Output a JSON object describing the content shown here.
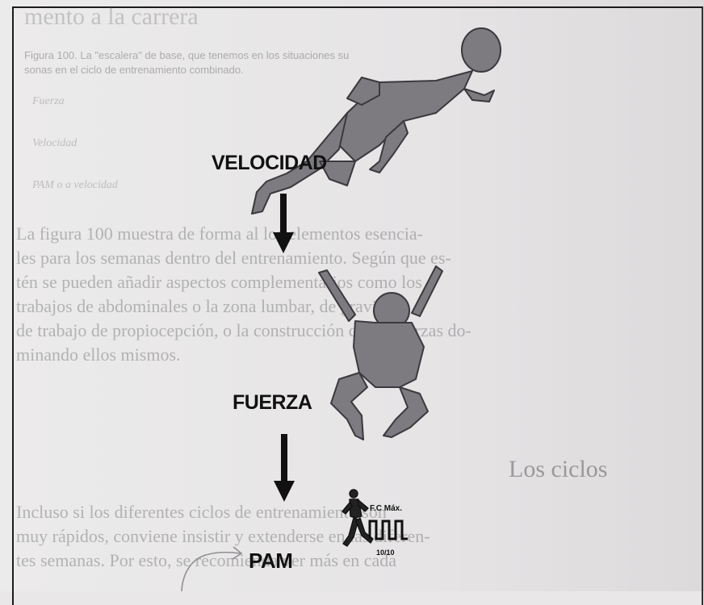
{
  "background_text": {
    "title": "mento a la carrera",
    "caption_line1": "Figura 100. La \"escalera\" de base, que tenemos en los situaciones su",
    "caption_line2": "sonas en el ciclo de entrenamiento combinado.",
    "legend": [
      "Fuerza",
      "Velocidad",
      "PAM o a velocidad"
    ],
    "body_lines": [
      "La figura 100 muestra de forma al los elementos esencia-",
      "les para los semanas dentro del entrenamiento. Según que es-",
      "tén se pueden añadir aspectos complementarios como los",
      "trabajos de abdominales o la zona lumbar, de gravidez,",
      "de trabajo de propiocepción, o la construcción de no fuerzas do-",
      "minando ellos mismos."
    ],
    "section_heading": "Los ciclos",
    "body2_lines": [
      "Incluso si los diferentes ciclos de entrenamiento son",
      "muy rápidos, conviene insistir y extenderse en las diferen-",
      "tes semanas. Por esto, se recomienda ver más en cada"
    ]
  },
  "diagram": {
    "step1": "VELOCIDAD",
    "step2": "FUERZA",
    "step3": "PAM",
    "hr_label": "F.C Máx.",
    "hr_ratio": "10/10"
  },
  "colors": {
    "paper": "#e9e7e8",
    "ink": "#111111",
    "figure_shade": "#7d7b80"
  }
}
